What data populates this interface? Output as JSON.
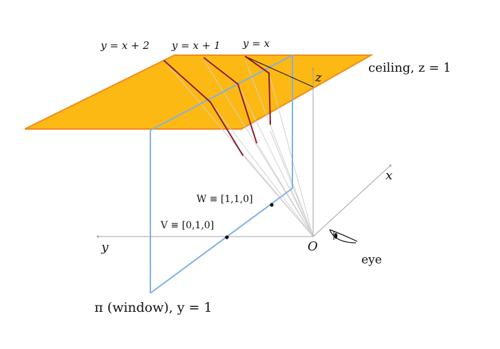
{
  "labels": {
    "line_y_eq_x_plus_2": "y = x + 2",
    "line_y_eq_x_plus_1": "y = x + 1",
    "line_y_eq_x": "y = x",
    "ceiling": "ceiling, z = 1",
    "axis_z": "z",
    "axis_x": "x",
    "axis_y": "y",
    "origin": "O",
    "eye": "eye",
    "point_w": "W ≡ [1,1,0]",
    "point_v": "V ≡ [0,1,0]",
    "window": "π (window), y = 1"
  },
  "colors": {
    "ceiling_fill": "#FDB913",
    "ceiling_edge": "#F08A1C",
    "window_edge": "#7FB0E6",
    "projection_line": "#8B1A2B",
    "ray": "#C8C8C8",
    "axis": "#A0A0A0"
  },
  "icons": {
    "eye": "eye-icon"
  }
}
